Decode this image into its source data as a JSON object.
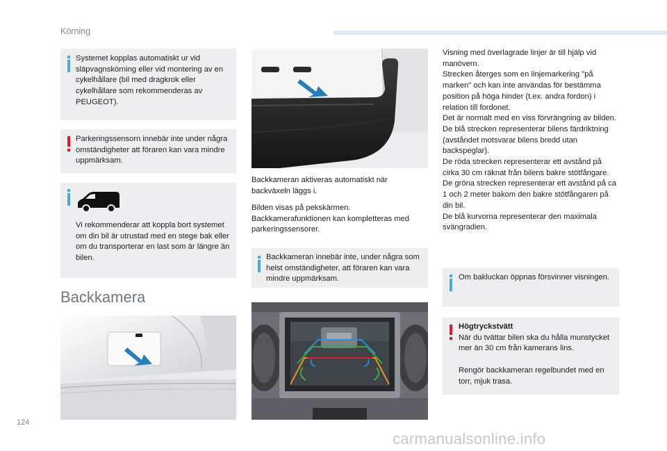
{
  "header": {
    "section": "Körning"
  },
  "left_col": {
    "note1": "Systemet kopplas automatiskt ur vid släpvagnskörning eller vid montering av en cykelhållare (bil med dragkrok eller cykelhållare som rekommenderas av PEUGEOT).",
    "warning1": "Parkeringssensorn innebär inte under några omständigheter att föraren kan vara mindre uppmärksam.",
    "note2": "Vi rekommenderar att koppla bort systemet om din bil är utrustad med en stege bak eller om du transporterar en last som är längre än bilen.",
    "section_title": "Backkamera"
  },
  "mid_col": {
    "para1": "Backkameran aktiveras automatiskt när backväxeln läggs i.",
    "para2": "Bilden visas på pekskärmen. Backkamerafunktionen kan kompletteras med parkeringssensorer.",
    "note": "Backkameran innebär inte, under några som helst omständigheter, att föraren kan vara mindre uppmärksam."
  },
  "right_col": {
    "paragraphs": [
      "Visning med överlagrade linjer är till hjälp vid manövern.",
      "Strecken återges som en linjemarkering \"på marken\" och kan inte användas för bestämma position på höga hinder (t.ex. andra fordon) i relation till fordonet.",
      "Det är normalt med en viss förvrängning av bilden.",
      "De blå strecken representerar bilens färdriktning (avståndet motsvarar bilens bredd utan backspeglar).",
      "De röda strecken representerar ett avstånd på cirka 30 cm räknat från bilens bakre stötfångare.",
      "De gröna strecken representerar ett avstånd på ca 1 och 2 meter bakom den bakre stötfångaren på din bil.",
      "De blå kurvorna representerar den maximala svängradien."
    ],
    "note": "Om bakluckan öppnas försvinner visningen.",
    "warning_title": "Högtryckstvätt",
    "warning_body": "När du tvättar bilen ska du hålla munstycket mer än 30 cm från kamerans lins.",
    "warning_body2": "Rengör backkameran regelbundet med en torr, mjuk trasa."
  },
  "footer": {
    "page_number": "124",
    "watermark": "carmanualsonline.info"
  },
  "colors": {
    "info_blue": "#4ba7dd",
    "warning_red": "#d6212b",
    "box_gray": "#edeef0",
    "accent_bar": "#dde9f3"
  }
}
